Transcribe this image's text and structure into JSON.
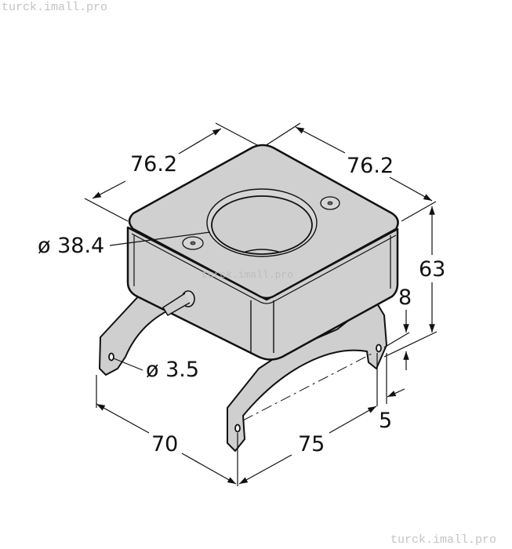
{
  "watermarks": {
    "top_left": "turck.imall.pro",
    "bottom_right": "turck.imall.pro",
    "center": "turck.imall.pro"
  },
  "drawing": {
    "subject": "square housing sensor with mounting bracket",
    "fill_color": "#d0d0d0",
    "line_color": "#111111"
  },
  "dimensions": {
    "width_left": "76.2",
    "width_right": "76.2",
    "bore_diameter": "ø 38.4",
    "height_total": "63",
    "bracket_offset": "8",
    "hole_diameter": "ø 3.5",
    "bracket_edge": "5",
    "bracket_span_left": "70",
    "bracket_span_right": "75"
  }
}
